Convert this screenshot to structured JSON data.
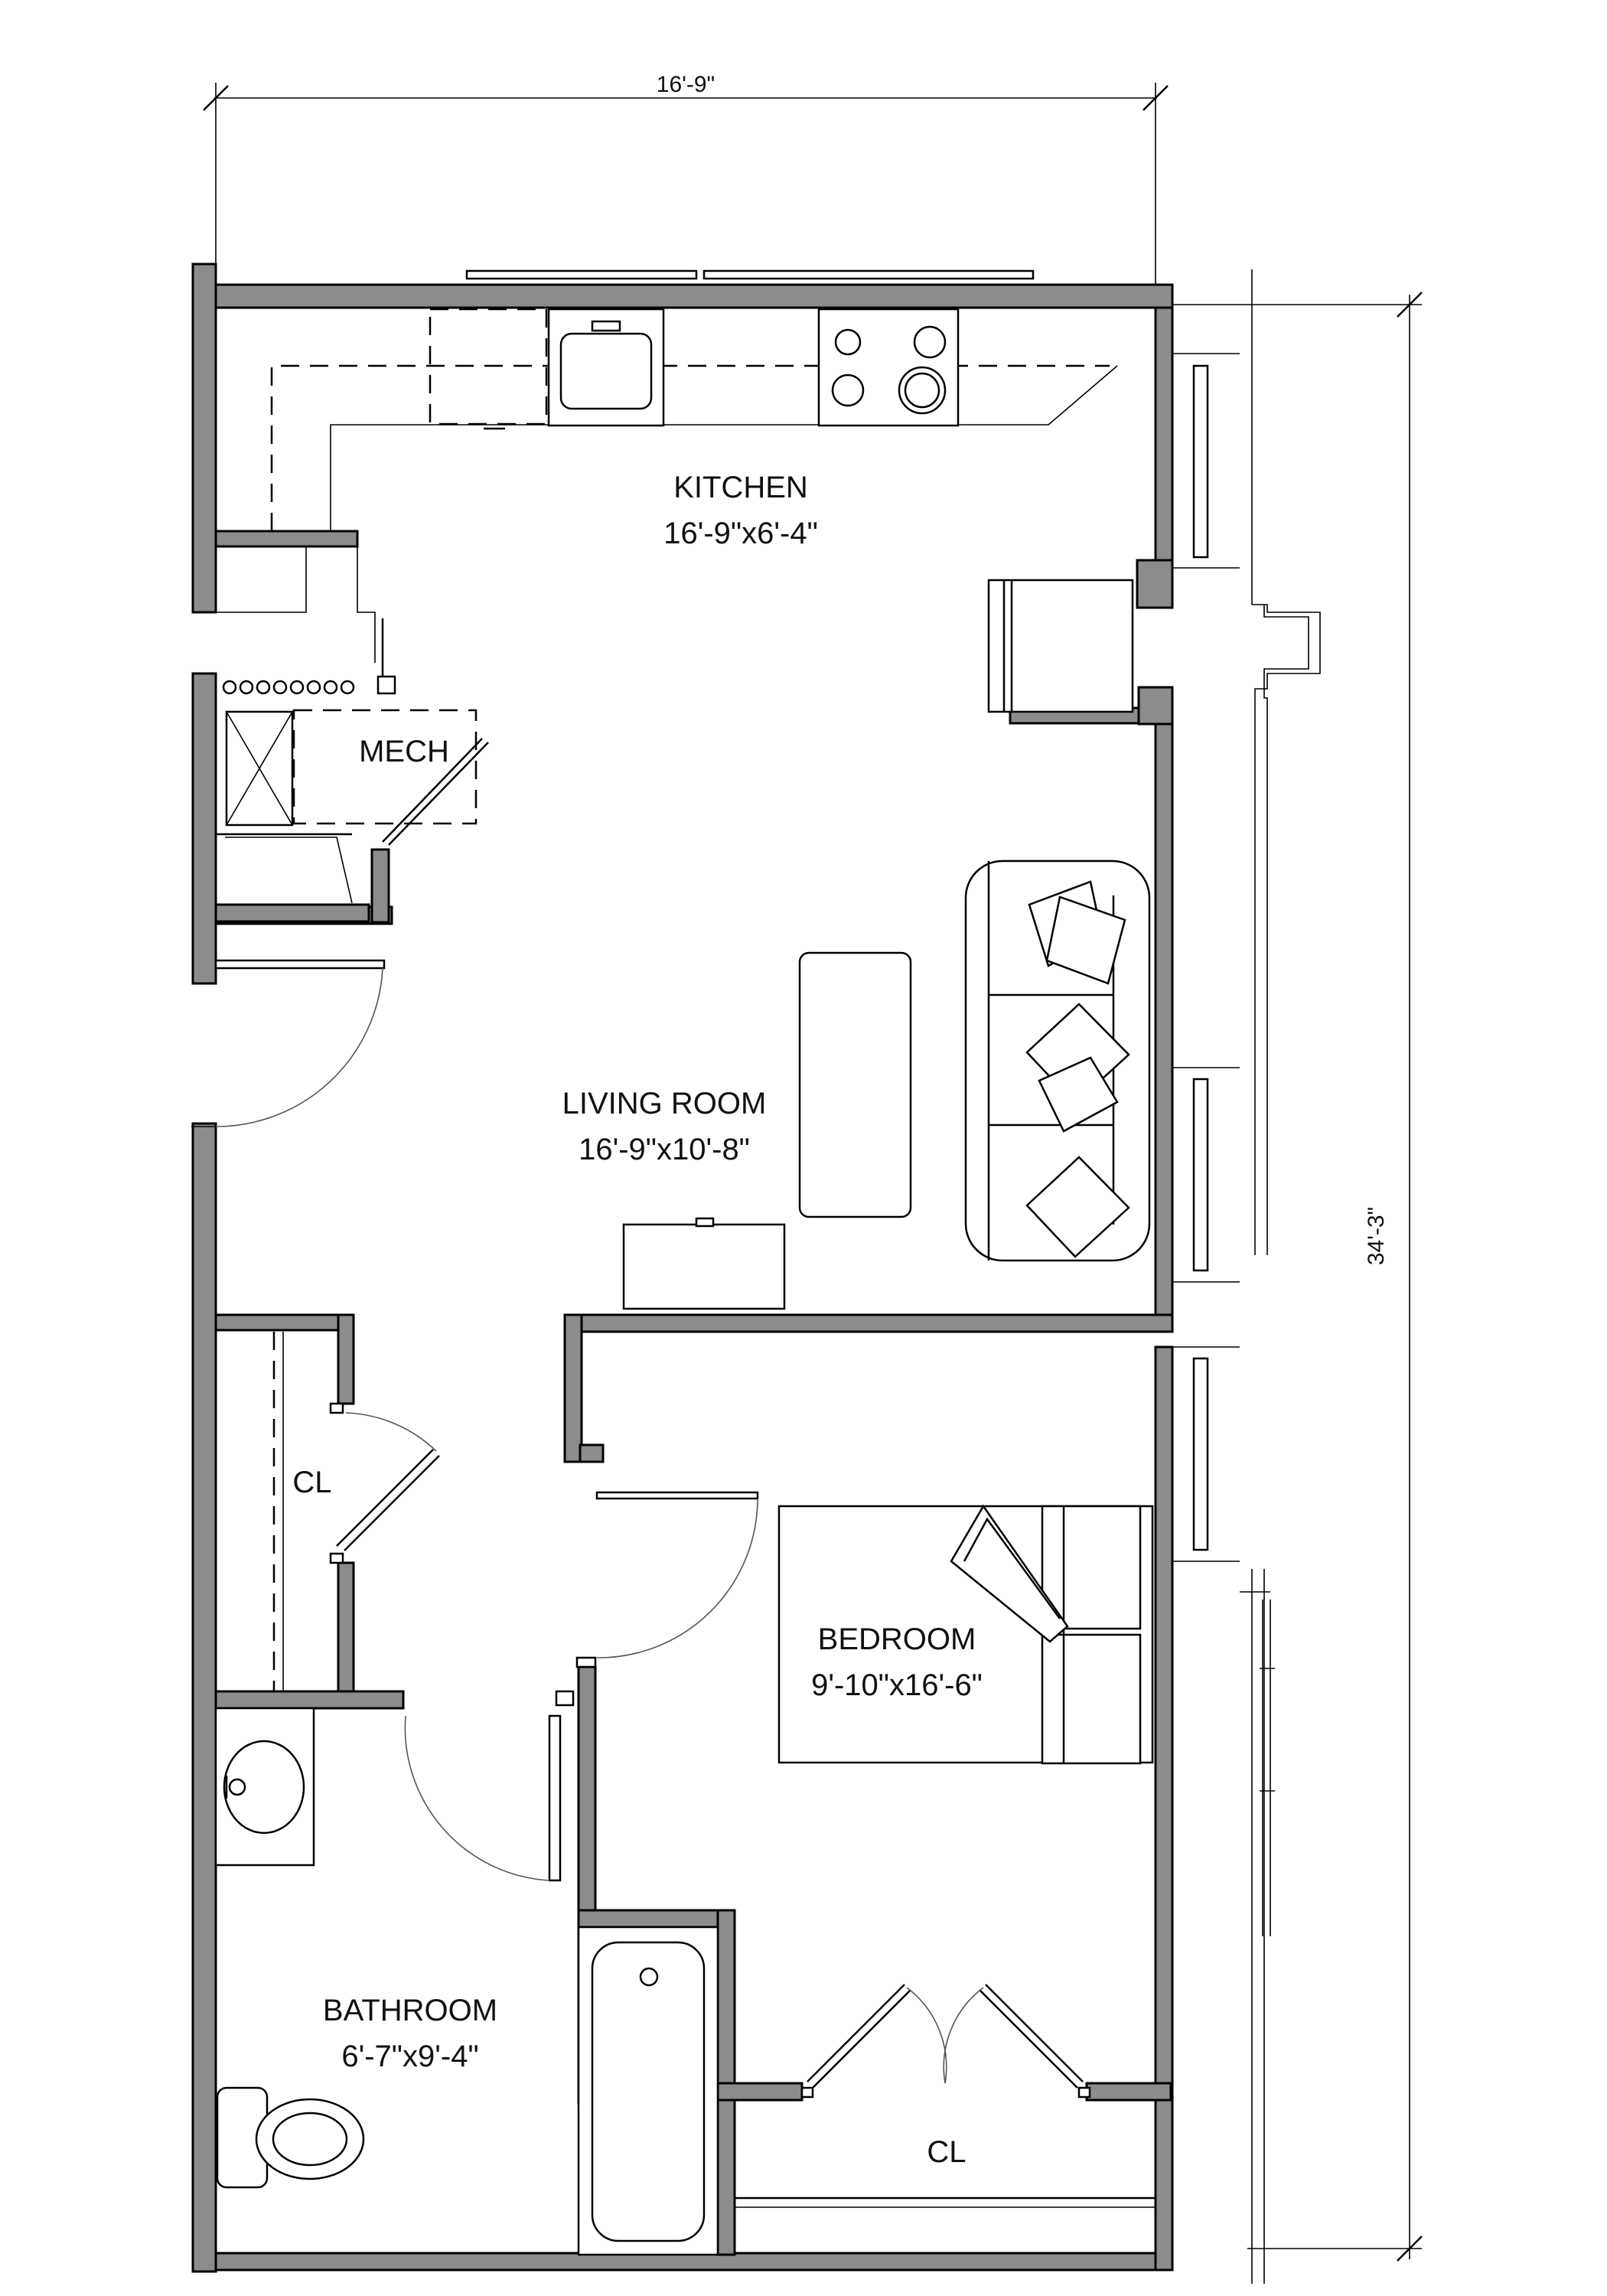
{
  "overall_dimensions": {
    "width": "16'-9\"",
    "depth": "34'-3\""
  },
  "rooms": {
    "kitchen": {
      "name": "KITCHEN",
      "size": "16'-9\"x6'-4\""
    },
    "mech": {
      "name": "MECH"
    },
    "living_room": {
      "name": "LIVING ROOM",
      "size": "16'-9\"x10'-8\""
    },
    "closet_hall": {
      "name": "CL"
    },
    "bedroom": {
      "name": "BEDROOM",
      "size": "9'-10\"x16'-6\""
    },
    "bathroom": {
      "name": "BATHROOM",
      "size": "6'-7\"x9'-4\""
    },
    "closet_bedroom": {
      "name": "CL"
    }
  },
  "colors": {
    "wall_fill": "#8c8c8c",
    "line": "#000000",
    "background": "#ffffff"
  }
}
